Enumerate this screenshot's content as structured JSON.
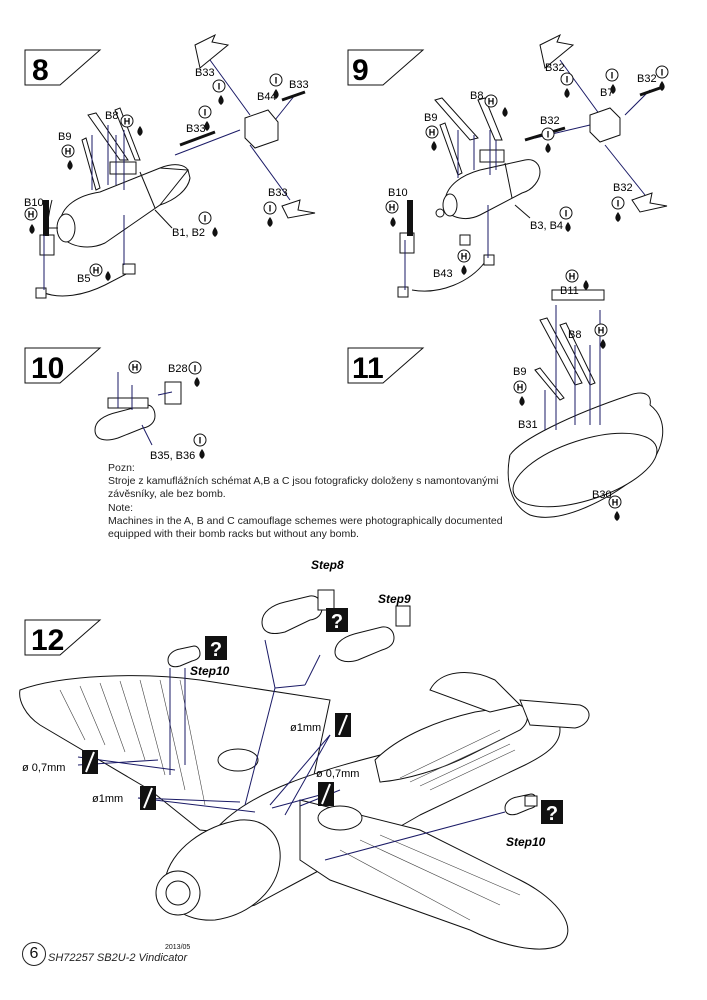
{
  "steps": [
    {
      "number": "8"
    },
    {
      "number": "9"
    },
    {
      "number": "10"
    },
    {
      "number": "11"
    },
    {
      "number": "12"
    }
  ],
  "step8": {
    "b33a": "B33",
    "b44": "B44",
    "b33b": "B33",
    "b33c": "B33",
    "b33d": "B33",
    "b8": "B8",
    "b9": "B9",
    "b10": "B10",
    "b5": "B5",
    "b1b2": "B1, B2"
  },
  "step9": {
    "b32a": "B32",
    "b7": "B7",
    "b32b": "B32",
    "b32c": "B32",
    "b32d": "B32",
    "b8": "B8",
    "b9": "B9",
    "b10": "B10",
    "b43": "B43",
    "b3b4": "B3, B4"
  },
  "step10": {
    "b28": "B28",
    "b35b36": "B35, B36"
  },
  "step11": {
    "b11": "B11",
    "b8": "B8",
    "b9": "B9",
    "b31": "B31",
    "b30": "B30"
  },
  "step12": {
    "step8_ref": "Step8",
    "step9_ref": "Step9",
    "step10_ref_a": "Step10",
    "step10_ref_b": "Step10",
    "d1mm_a": "ø1mm",
    "d07_a": "ø 0,7mm",
    "d07_b": "ø 0,7mm",
    "d1mm_b": "ø1mm"
  },
  "note": {
    "cz_title": "Pozn:",
    "cz_line1": "Stroje z kamuflážních schémat A,B a C jsou fotograficky doloženy s namontovanými",
    "cz_line2": "závěsníky, ale bez bomb.",
    "en_title": "Note:",
    "en_line1": "Machines in the A, B and C camouflage schemes were photographically documented",
    "en_line2": "equipped with their bomb racks but without any bomb."
  },
  "footer": {
    "page": "6",
    "title": "SH72257 SB2U-2 Vindicator",
    "date": "2013/05"
  },
  "icons": {
    "glue": "glue-drop-icon",
    "hole": "drill-hole-icon",
    "info": "question-mark-icon"
  }
}
